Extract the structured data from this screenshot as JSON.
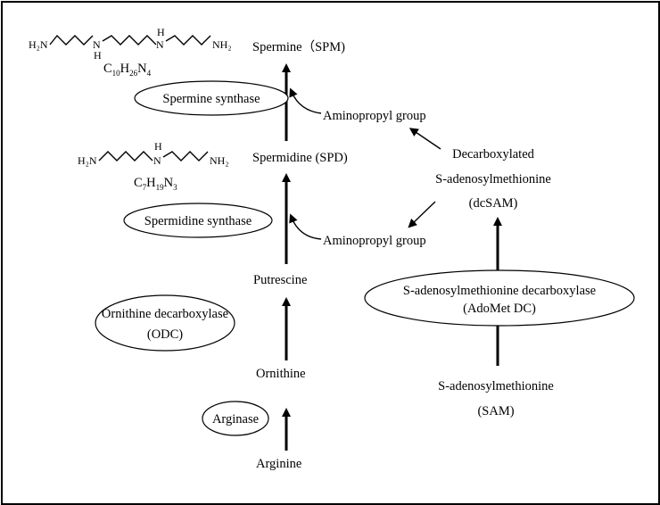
{
  "metabolites": {
    "spermine": "Spermine（SPM)",
    "spermidine": "Spermidine (SPD)",
    "putrescine": "Putrescine",
    "ornithine": "Ornithine",
    "arginine": "Arginine",
    "aminopropyl_top": "Aminopropyl group",
    "aminopropyl_bottom": "Aminopropyl group",
    "dcsam_line1": "Decarboxylated",
    "dcsam_line2": "S-adenosylmethionine",
    "dcsam_line3": "(dcSAM)",
    "sam_line1": "S-adenosylmethionine",
    "sam_line2": "(SAM)"
  },
  "enzymes": {
    "spermine_synthase": "Spermine synthase",
    "spermidine_synthase": "Spermidine synthase",
    "odc_line1": "Ornithine decarboxylase",
    "odc_line2": "(ODC)",
    "arginase": "Arginase",
    "adomet_line1": "S-adenosylmethionine decarboxylase",
    "adomet_line2": "(AdoMet DC)"
  },
  "structures": {
    "spermine": {
      "h2n_left": "H₂N",
      "n1": "N",
      "h1": "H",
      "n2": "N",
      "h2": "H",
      "nh2_right": "NH₂",
      "formula": {
        "c": "C",
        "c_n": "10",
        "h": "H",
        "h_n": "26",
        "n": "N",
        "n_n": "4"
      }
    },
    "spermidine": {
      "h2n_left": "H₂N",
      "n1": "N",
      "h1": "H",
      "nh2_right": "NH₂",
      "formula": {
        "c": "C",
        "c_n": "7",
        "h": "H",
        "h_n": "19",
        "n": "N",
        "n_n": "3"
      }
    }
  }
}
